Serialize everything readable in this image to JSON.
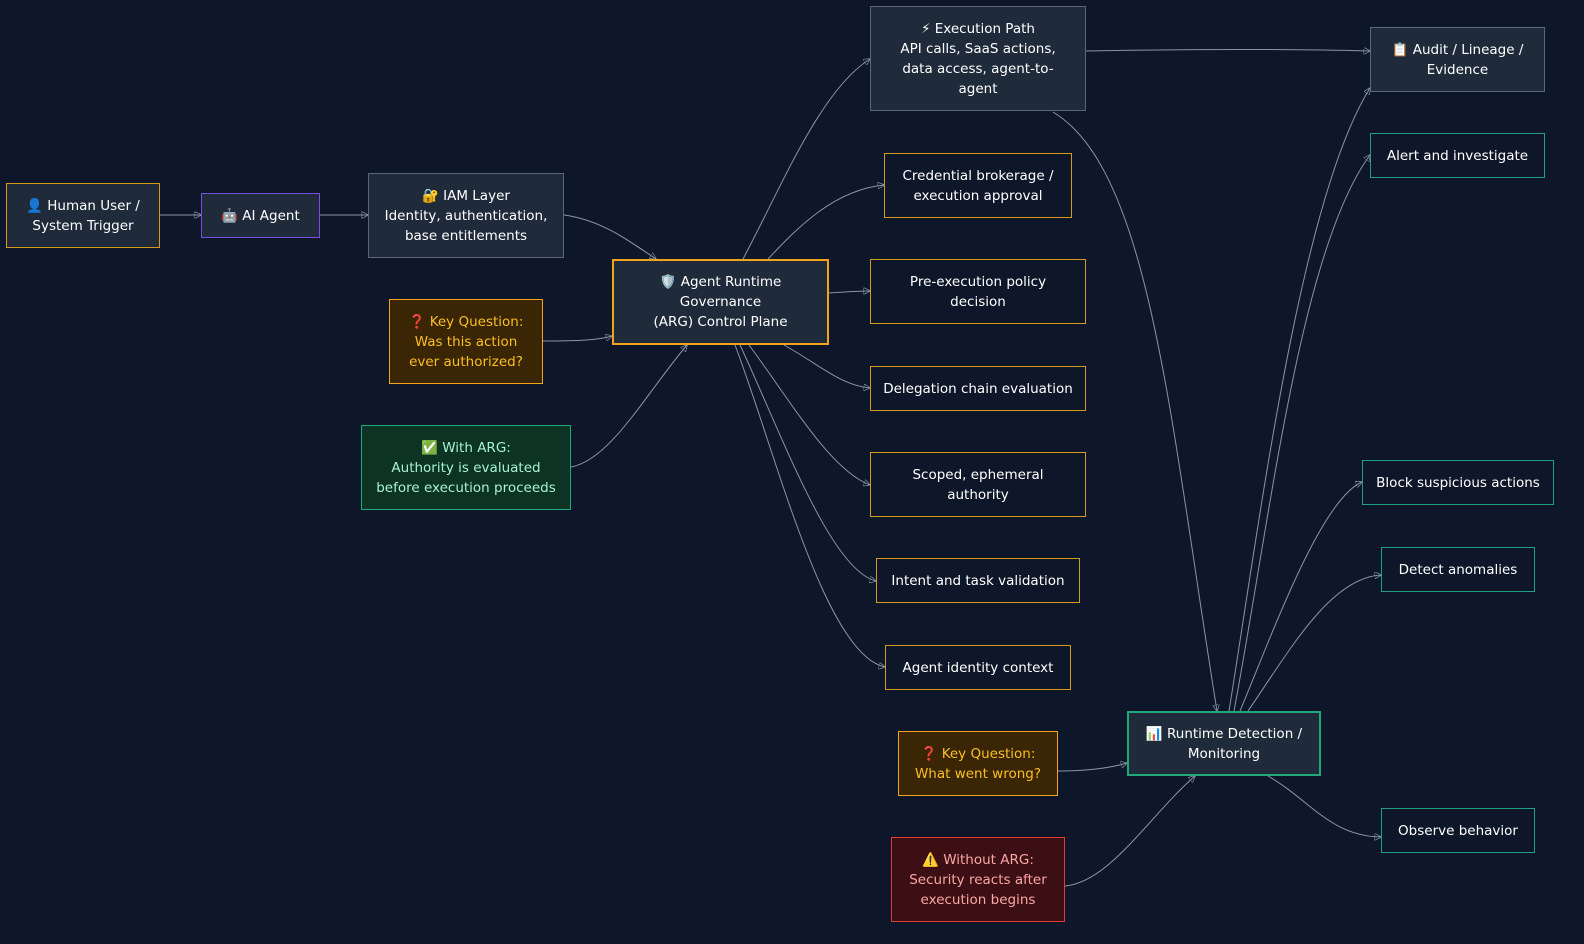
{
  "nodes": {
    "human": {
      "text": "👤 Human User /\nSystem Trigger"
    },
    "agent": {
      "text": "🤖 AI Agent"
    },
    "iam": {
      "text": "🔐 IAM Layer\nIdentity, authentication,\nbase entitlements"
    },
    "arg": {
      "text": "🛡️ Agent Runtime\nGovernance\n(ARG) Control Plane"
    },
    "question_authorized": {
      "text": "❓ Key Question:\nWas this action\never authorized?"
    },
    "with_arg": {
      "text": "✅ With ARG:\nAuthority is evaluated\nbefore execution proceeds"
    },
    "execution": {
      "text": "⚡ Execution Path\nAPI calls, SaaS actions,\ndata access, agent-to-\nagent"
    },
    "credential": {
      "text": "Credential brokerage /\nexecution approval"
    },
    "preexec": {
      "text": "Pre-execution policy\ndecision"
    },
    "delegation": {
      "text": "Delegation chain evaluation"
    },
    "scoped": {
      "text": "Scoped, ephemeral\nauthority"
    },
    "intent": {
      "text": "Intent and task validation"
    },
    "identity_ctx": {
      "text": "Agent identity context"
    },
    "question_wrong": {
      "text": "❓ Key Question:\nWhat went wrong?"
    },
    "without_arg": {
      "text": "⚠️ Without ARG:\nSecurity reacts after\nexecution begins"
    },
    "detection": {
      "text": "📊 Runtime Detection /\nMonitoring"
    },
    "audit": {
      "text": "📋 Audit / Lineage /\nEvidence"
    },
    "alert": {
      "text": "Alert and investigate"
    },
    "block": {
      "text": "Block suspicious actions"
    },
    "anomalies": {
      "text": "Detect anomalies"
    },
    "observe": {
      "text": "Observe behavior"
    }
  },
  "edges": [
    [
      "human",
      "agent"
    ],
    [
      "agent",
      "iam"
    ],
    [
      "iam",
      "arg"
    ],
    [
      "question_authorized",
      "arg"
    ],
    [
      "with_arg",
      "arg"
    ],
    [
      "arg",
      "execution"
    ],
    [
      "arg",
      "credential"
    ],
    [
      "arg",
      "preexec"
    ],
    [
      "arg",
      "delegation"
    ],
    [
      "arg",
      "scoped"
    ],
    [
      "arg",
      "intent"
    ],
    [
      "arg",
      "identity_ctx"
    ],
    [
      "execution",
      "audit"
    ],
    [
      "execution",
      "detection"
    ],
    [
      "question_wrong",
      "detection"
    ],
    [
      "without_arg",
      "detection"
    ],
    [
      "detection",
      "audit"
    ],
    [
      "detection",
      "alert"
    ],
    [
      "detection",
      "block"
    ],
    [
      "detection",
      "anomalies"
    ],
    [
      "detection",
      "observe"
    ]
  ],
  "colors": {
    "background": "#0e1729",
    "edge": "#8a95a5",
    "arg_border": "#f2a31b",
    "detection_border": "#1fa97a",
    "without_border": "#e23b3b"
  }
}
